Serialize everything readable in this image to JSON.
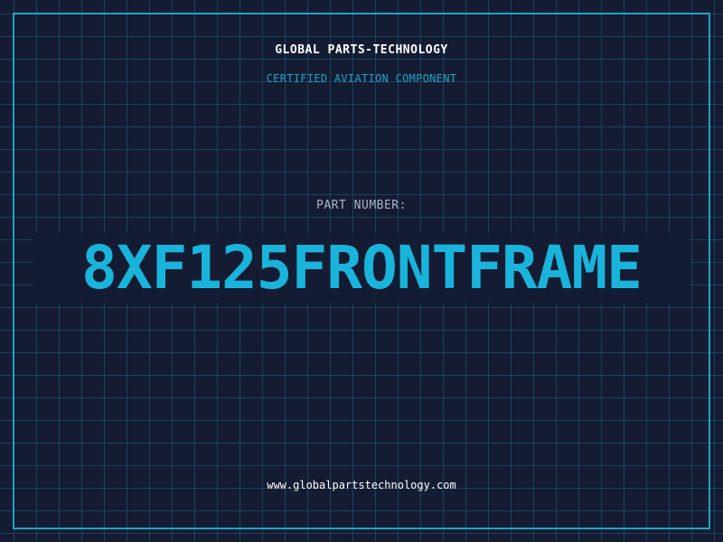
{
  "brand": "GLOBAL PARTS-TECHNOLOGY",
  "subtitle": "CERTIFIED AVIATION COMPONENT",
  "part": {
    "label": "PART NUMBER:",
    "number": "8XF125FRONTFRAME"
  },
  "website": "www.globalpartstechnology.com",
  "colors": {
    "background": "#141c33",
    "grid": "#266e8a",
    "accent": "#1fa3c4",
    "part_number": "#18b4db",
    "text_primary": "#ffffff",
    "text_muted": "#aab4c4"
  }
}
